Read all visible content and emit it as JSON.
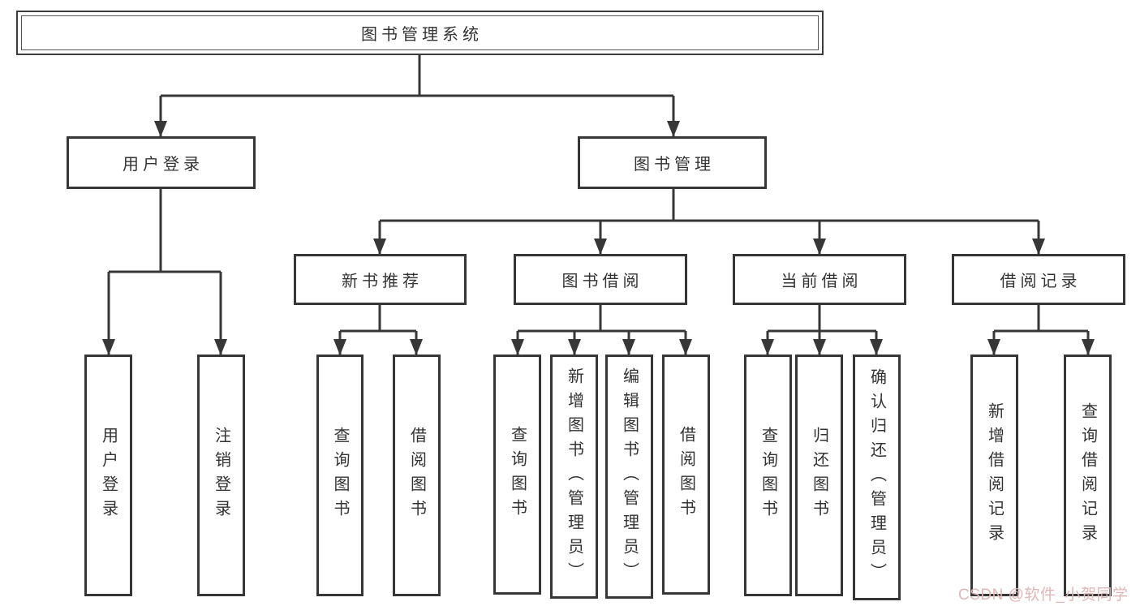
{
  "title": "图书管理系统",
  "level2": {
    "user_login": "用户登录",
    "book_mgmt": "图书管理"
  },
  "level3": {
    "new_books": "新书推荐",
    "borrowing": "图书借阅",
    "current": "当前借阅",
    "records": "借阅记录"
  },
  "leaves": {
    "user_login": "用户登录",
    "logout": "注销登录",
    "nb_query": "查询图书",
    "nb_borrow": "借阅图书",
    "bw_query": "查询图书",
    "bw_add": "新增图书（管理员）",
    "bw_edit": "编辑图书（管理员）",
    "bw_borrow": "借阅图书",
    "cur_query": "查询图书",
    "cur_return": "归还图书",
    "cur_confirm": "确认归还（管理员）",
    "rec_add": "新增借阅记录",
    "rec_query": "查询借阅记录"
  },
  "watermark": "CSDN @软件_小贺同学",
  "colors": {
    "line": "#373737",
    "text": "#333333",
    "watermark": "#e2b6b6",
    "background": "#ffffff"
  }
}
